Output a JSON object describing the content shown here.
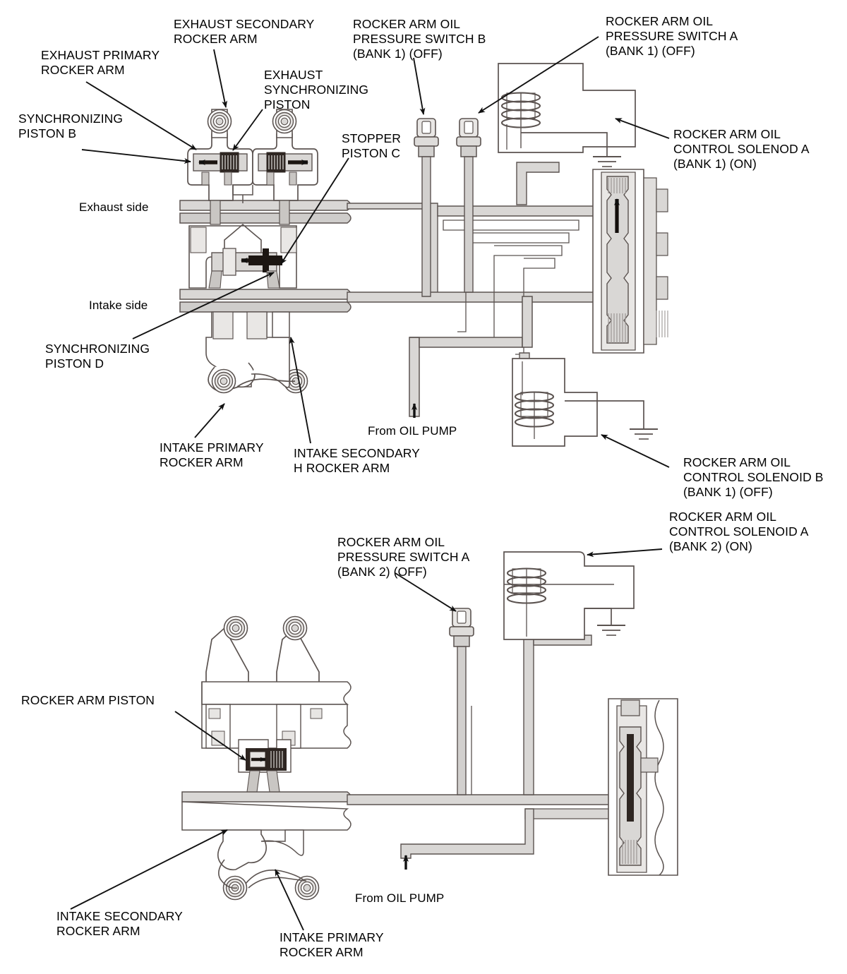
{
  "diagram": {
    "title_domain": "VTEC rocker arm oil control hydraulic schematic",
    "colors": {
      "outline": "#5b5350",
      "fill_light": "#d9d7d5",
      "fill_mid": "#c9c6c3",
      "text": "#000000",
      "wire": "#4a4240",
      "arrow_dark": "#2a2220"
    },
    "upper": {
      "labels": {
        "exhaust_secondary_rocker_arm": "EXHAUST SECONDARY\nROCKER ARM",
        "exhaust_primary_rocker_arm": "EXHAUST PRIMARY\nROCKER ARM",
        "exhaust_synchronizing_piston": "EXHAUST\nSYNCHRONIZING\nPISTON",
        "synchronizing_piston_b": "SYNCHRONIZING\nPISTON B",
        "stopper_piston_c": "STOPPER\nPISTON C",
        "pressure_switch_b_bank1": "ROCKER ARM OIL\nPRESSURE SWITCH B\n(BANK 1) (OFF)",
        "pressure_switch_a_bank1": "ROCKER ARM OIL\nPRESSURE SWITCH A\n(BANK 1) (OFF)",
        "control_solenoid_a_bank1": "ROCKER ARM OIL\nCONTROL SOLENOD A\n(BANK 1) (ON)",
        "control_solenoid_b_bank1": "ROCKER ARM OIL\nCONTROL SOLENOID B\n(BANK 1) (OFF)",
        "exhaust_side": "Exhaust side",
        "intake_side": "Intake side",
        "synchronizing_piston_d": "SYNCHRONIZING\nPISTON D",
        "intake_primary_rocker_arm": "INTAKE PRIMARY\nROCKER ARM",
        "intake_secondary_rocker_arm": "INTAKE SECONDARY\nH ROCKER ARM",
        "from_oil_pump": "From OIL PUMP"
      }
    },
    "lower": {
      "labels": {
        "control_solenoid_a_bank2": "ROCKER ARM OIL\nCONTROL SOLENOID A\n(BANK 2) (ON)",
        "pressure_switch_a_bank2": "ROCKER ARM OIL\nPRESSURE SWITCH A\n(BANK 2) (OFF)",
        "rocker_arm_piston": "ROCKER ARM PISTON",
        "intake_secondary_rocker_arm": "INTAKE SECONDARY\nROCKER ARM",
        "intake_primary_rocker_arm": "INTAKE PRIMARY\nROCKER ARM",
        "from_oil_pump": "From OIL PUMP"
      }
    }
  }
}
